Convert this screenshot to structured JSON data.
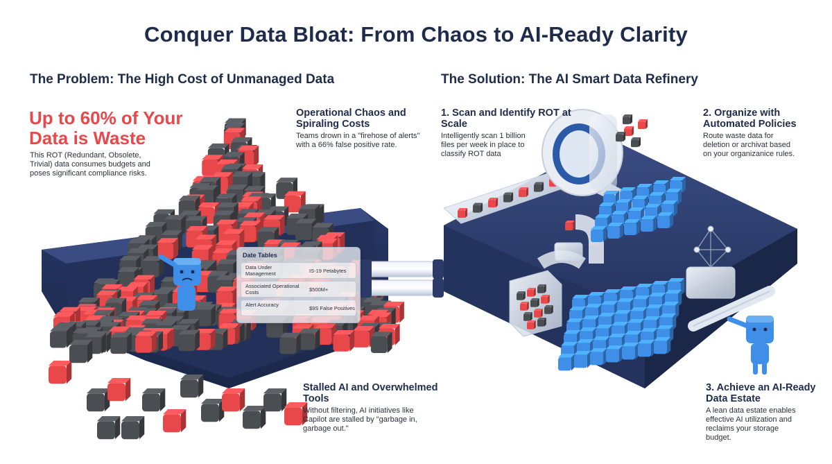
{
  "title": "Conquer Data Bloat: From Chaos to AI-Ready Clarity",
  "problem": {
    "section_title": "The Problem: The High Cost of Unmanaged Data",
    "headline": "Up to 60% of Your Data is Waste",
    "headline_desc": "This ROT (Redundant, Obsolete, Trivial) data consumes budgets and poses significant compliance risks.",
    "chaos": {
      "title": "Operational Chaos and Spiraling Costs",
      "desc": "Teams drown in a \"firehose of alerts\" with a 66% false positive rate."
    },
    "stalled": {
      "title": "Stalled AI and Overwhelmed Tools",
      "desc": "Without filtering, AI initiatives like Capilot are stalled by \"garbage in, garbage out.\""
    },
    "table": {
      "title": "Date Tables",
      "rows": [
        {
          "label": "Data Under Management",
          "value": "IS-19 Petabytes"
        },
        {
          "label": "Associated Operational Costs",
          "value": "$500M+"
        },
        {
          "label": "Alert Accuracy",
          "value": "$9S False Positives"
        }
      ]
    }
  },
  "solution": {
    "section_title": "The Solution: The AI Smart Data Refinery",
    "step1": {
      "title": "1. Scan and Identify ROT at Scale",
      "desc": "Intelligently scan 1 billion files per week in place to classify ROT data"
    },
    "step2": {
      "title": "2. Organize with Automated Policies",
      "desc": "Route waste data for deletion or archivat based on your organizanice rules."
    },
    "step3": {
      "title": "3. Achieve an AI-Ready Data Estate",
      "desc": "A lean data estate enables effective AI utilization and reclaims your storage budget."
    }
  },
  "colors": {
    "navy": "#2b3a67",
    "red_cube": "#e9484b",
    "gray_cube": "#4a4d52",
    "blue_cube": "#3f8ee8",
    "title": "#1f2b4a"
  },
  "icons": [
    "robot-character-sad",
    "robot-character-pointing",
    "scanner-ring",
    "glass-tray",
    "glass-pipe"
  ]
}
